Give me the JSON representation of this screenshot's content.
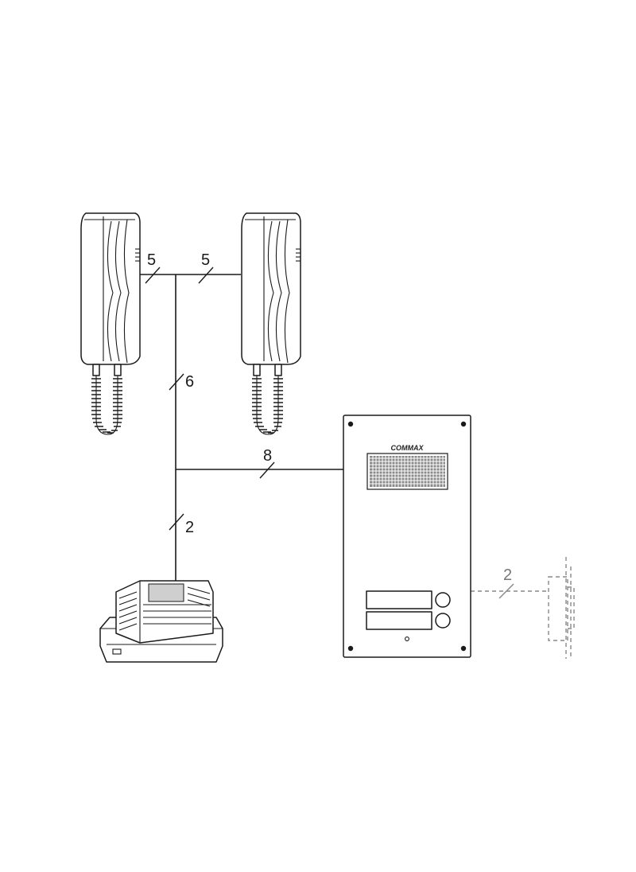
{
  "diagram": {
    "wire_labels": {
      "handset_left_link": "5",
      "handset_right_link": "5",
      "vertical_handsets": "6",
      "panel_link": "8",
      "power_link": "2",
      "lock_link": "2"
    },
    "panel_brand": "COMMAX",
    "colors": {
      "line": "#1a1a1a",
      "dashed": "#888888"
    },
    "icons": [
      "handset-icon",
      "handset-icon",
      "door-panel",
      "power-supply",
      "door-lock"
    ]
  }
}
